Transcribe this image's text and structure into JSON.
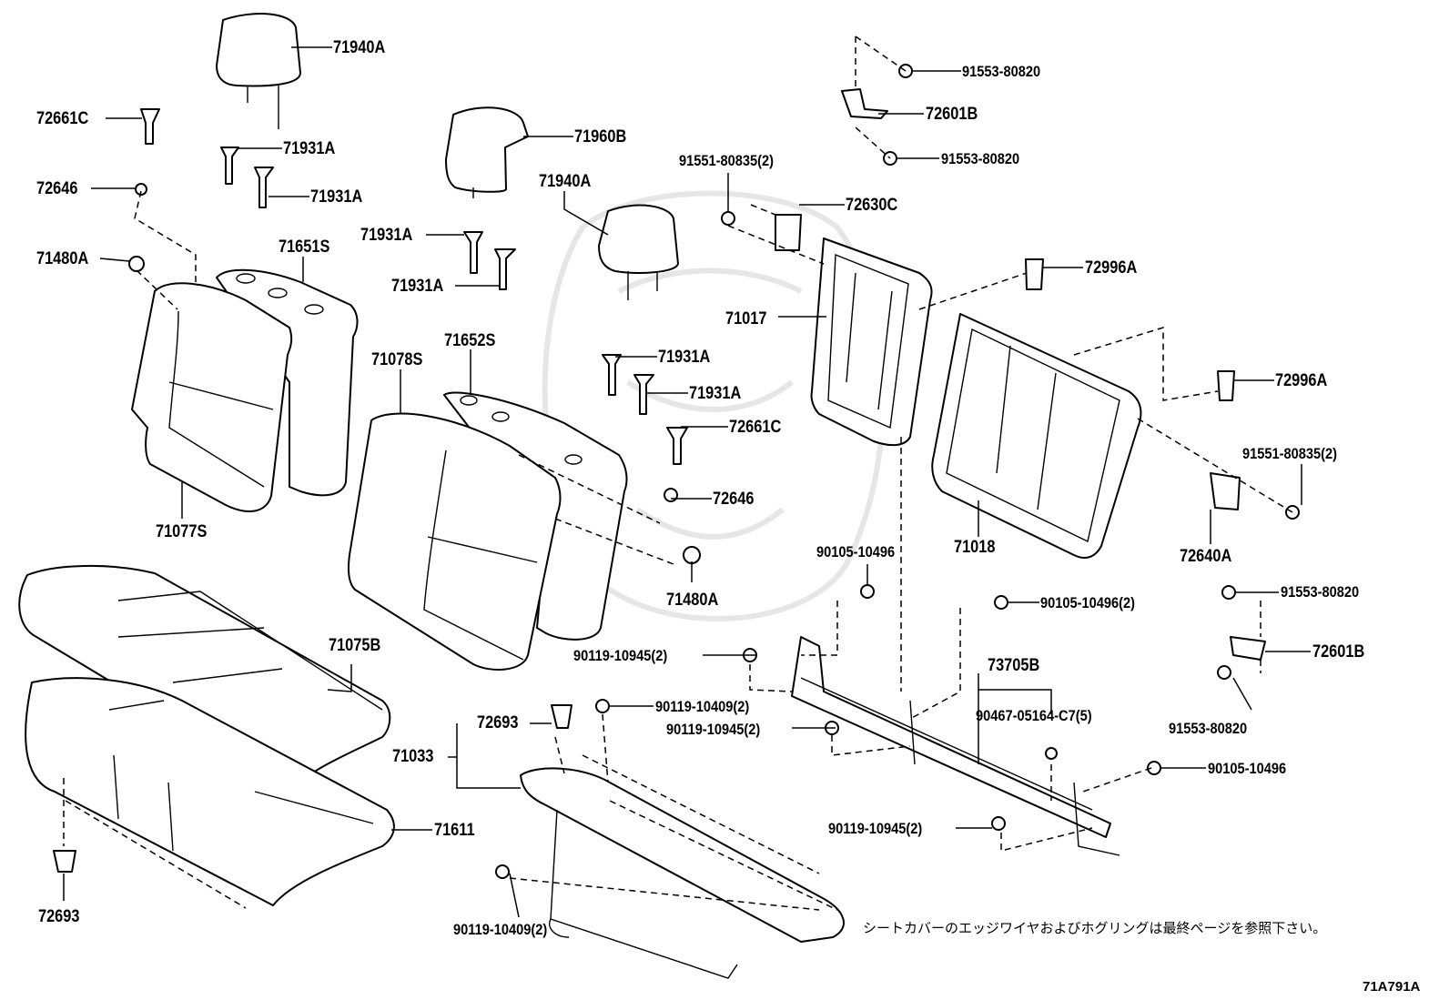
{
  "parts": [
    {
      "id": "p1",
      "label": "71940A"
    },
    {
      "id": "p2",
      "label": "72661C"
    },
    {
      "id": "p3",
      "label": "71931A"
    },
    {
      "id": "p4",
      "label": "72646"
    },
    {
      "id": "p5",
      "label": "71931A"
    },
    {
      "id": "p6",
      "label": "71960B"
    },
    {
      "id": "p7",
      "label": "71940A"
    },
    {
      "id": "p8",
      "label": "71931A"
    },
    {
      "id": "p9",
      "label": "71480A"
    },
    {
      "id": "p10",
      "label": "71651S"
    },
    {
      "id": "p11",
      "label": "71931A"
    },
    {
      "id": "p12",
      "label": "71078S"
    },
    {
      "id": "p13",
      "label": "71652S"
    },
    {
      "id": "p14",
      "label": "71931A"
    },
    {
      "id": "p15",
      "label": "71931A"
    },
    {
      "id": "p16",
      "label": "72661C"
    },
    {
      "id": "p17",
      "label": "72646"
    },
    {
      "id": "p18",
      "label": "71077S"
    },
    {
      "id": "p19",
      "label": "71480A"
    },
    {
      "id": "p20",
      "label": "71075B"
    },
    {
      "id": "p21",
      "label": "72693"
    },
    {
      "id": "p22",
      "label": "71033"
    },
    {
      "id": "p23",
      "label": "71611"
    },
    {
      "id": "p24",
      "label": "72693"
    },
    {
      "id": "p25",
      "label": "90119-10409(2)"
    },
    {
      "id": "p26",
      "label": "90119-10945(2)"
    },
    {
      "id": "p27",
      "label": "90119-10409(2)"
    },
    {
      "id": "p28",
      "label": "90119-10945(2)"
    },
    {
      "id": "p29",
      "label": "91553-80820"
    },
    {
      "id": "p30",
      "label": "72601B"
    },
    {
      "id": "p31",
      "label": "91553-80820"
    },
    {
      "id": "p32",
      "label": "91551-80835(2)"
    },
    {
      "id": "p33",
      "label": "72630C"
    },
    {
      "id": "p34",
      "label": "72996A"
    },
    {
      "id": "p35",
      "label": "71017"
    },
    {
      "id": "p36",
      "label": "72996A"
    },
    {
      "id": "p37",
      "label": "91551-80835(2)"
    },
    {
      "id": "p38",
      "label": "71018"
    },
    {
      "id": "p39",
      "label": "72640A"
    },
    {
      "id": "p40",
      "label": "90105-10496"
    },
    {
      "id": "p41",
      "label": "90105-10496(2)"
    },
    {
      "id": "p42",
      "label": "91553-80820"
    },
    {
      "id": "p43",
      "label": "72601B"
    },
    {
      "id": "p44",
      "label": "73705B"
    },
    {
      "id": "p45",
      "label": "90467-05164-C7(5)"
    },
    {
      "id": "p46",
      "label": "91553-80820"
    },
    {
      "id": "p47",
      "label": "90105-10496"
    },
    {
      "id": "p48",
      "label": "90119-10945(2)"
    }
  ],
  "note": "シートカバーのエッジワイヤおよびホグリングは最終ページを参照下さい。",
  "diagram_code": "71A791A"
}
